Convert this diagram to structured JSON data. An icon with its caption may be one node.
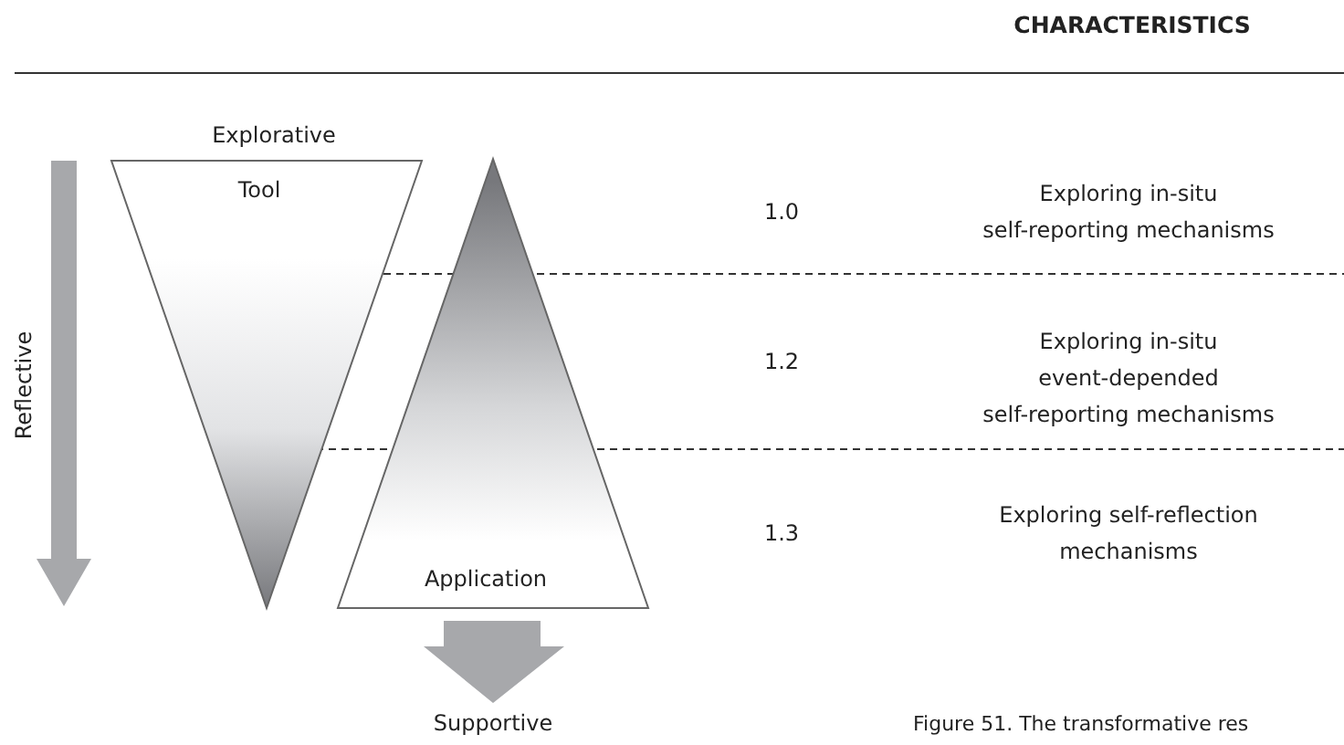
{
  "diagram": {
    "caption": "Figure 51. The transformative res",
    "nodes": [
      {
        "text": [
          "Explorative",
          "Tool"
        ]
      },
      {
        "text": [
          "Application"
        ]
      }
    ],
    "edges": [],
    "labels": [
      "Reflective",
      "Supportive",
      "CHARACTERISTICS",
      "1.0",
      "Exploring in-situ self-reporting mechanisms",
      "1.2",
      "Exploring in-situ event-depended self-reporting mechanisms",
      "1.3",
      "Exploring self-reflection mechanisms"
    ]
  }
}
